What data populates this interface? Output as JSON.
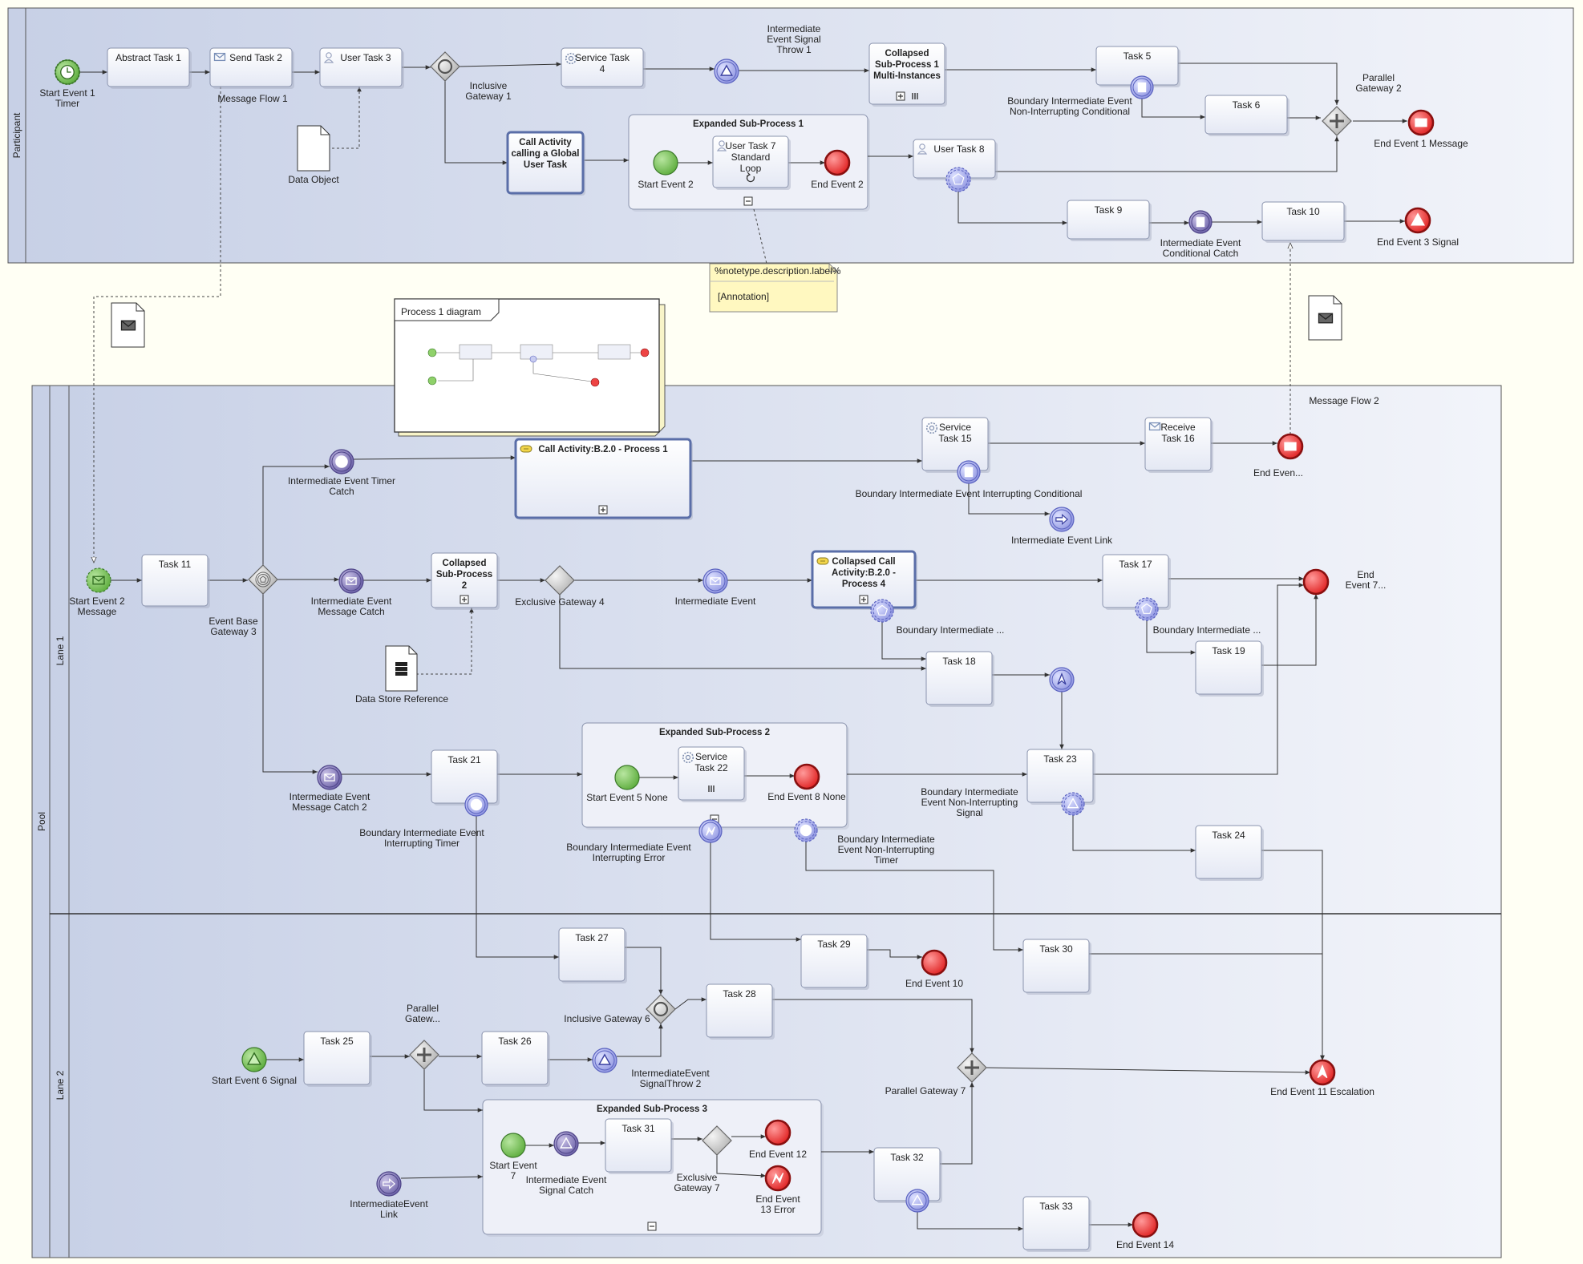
{
  "pools": {
    "participant": "Participant",
    "pool": "Pool",
    "lane1": "Lane 1",
    "lane2": "Lane 2"
  },
  "tasks": [
    {
      "id": "t_abs1",
      "label": [
        "Abstract Task 1"
      ]
    },
    {
      "id": "t_send2",
      "label": [
        "Send Task 2"
      ],
      "icon": "envelope"
    },
    {
      "id": "t_user3",
      "label": [
        "User Task 3"
      ],
      "icon": "user"
    },
    {
      "id": "t_svc4",
      "label": [
        "Service Task",
        "4"
      ],
      "icon": "gear"
    },
    {
      "id": "t_coll1",
      "label": [
        "Collapsed",
        "Sub-Process 1",
        "Multi-Instances"
      ],
      "bold": true,
      "markers": [
        "plus",
        "mi"
      ]
    },
    {
      "id": "t_5",
      "label": [
        "Task 5"
      ]
    },
    {
      "id": "t_6",
      "label": [
        "Task 6"
      ]
    },
    {
      "id": "t_call1",
      "label": [
        "Call Activity",
        "calling a Global",
        "User Task"
      ],
      "bold": true,
      "call": true
    },
    {
      "id": "t_user7",
      "label": [
        "User Task 7",
        "Standard",
        "Loop"
      ],
      "icon": "user",
      "markers": [
        "loop"
      ]
    },
    {
      "id": "t_user8",
      "label": [
        "User Task 8"
      ],
      "icon": "user"
    },
    {
      "id": "t_9",
      "label": [
        "Task 9"
      ]
    },
    {
      "id": "t_10",
      "label": [
        "Task 10"
      ]
    },
    {
      "id": "t_11",
      "label": [
        "Task 11"
      ]
    },
    {
      "id": "t_callB1",
      "label": [
        "Call Activity:B.2.0 - Process 1"
      ],
      "bold": true,
      "call": true,
      "icon": "callmark",
      "markers": [
        "plus"
      ]
    },
    {
      "id": "t_svc15",
      "label": [
        "Service",
        "Task 15"
      ],
      "icon": "gear"
    },
    {
      "id": "t_rcv16",
      "label": [
        "Receive",
        "Task 16"
      ],
      "icon": "envelope"
    },
    {
      "id": "t_coll2",
      "label": [
        "Collapsed",
        "Sub-Process",
        "2"
      ],
      "bold": true,
      "markers": [
        "plus"
      ]
    },
    {
      "id": "t_callB4",
      "label": [
        "Collapsed Call",
        "Activity:B.2.0 -",
        "Process 4"
      ],
      "bold": true,
      "call": true,
      "icon": "callmark",
      "markers": [
        "plus"
      ]
    },
    {
      "id": "t_17",
      "label": [
        "Task 17"
      ]
    },
    {
      "id": "t_18",
      "label": [
        "Task 18"
      ]
    },
    {
      "id": "t_19",
      "label": [
        "Task 19"
      ]
    },
    {
      "id": "t_21",
      "label": [
        "Task 21"
      ]
    },
    {
      "id": "t_svc22",
      "label": [
        "Service",
        "Task 22"
      ],
      "icon": "gear",
      "markers": [
        "mi"
      ]
    },
    {
      "id": "t_23",
      "label": [
        "Task 23"
      ]
    },
    {
      "id": "t_24",
      "label": [
        "Task 24"
      ]
    },
    {
      "id": "t_27",
      "label": [
        "Task 27"
      ]
    },
    {
      "id": "t_29",
      "label": [
        "Task 29"
      ]
    },
    {
      "id": "t_30",
      "label": [
        "Task 30"
      ]
    },
    {
      "id": "t_28",
      "label": [
        "Task 28"
      ]
    },
    {
      "id": "t_25",
      "label": [
        "Task 25"
      ]
    },
    {
      "id": "t_26",
      "label": [
        "Task 26"
      ]
    },
    {
      "id": "t_31",
      "label": [
        "Task 31"
      ]
    },
    {
      "id": "t_32",
      "label": [
        "Task 32"
      ]
    },
    {
      "id": "t_33",
      "label": [
        "Task 33"
      ]
    }
  ],
  "subprocesses": [
    {
      "id": "sp1",
      "title": "Expanded Sub-Process 1"
    },
    {
      "id": "sp2",
      "title": "Expanded Sub-Process 2"
    },
    {
      "id": "sp3",
      "title": "Expanded Sub-Process 3"
    }
  ],
  "events": [
    {
      "id": "e_start1",
      "kind": "start",
      "marker": "timer",
      "label": [
        "Start Event 1",
        "Timer"
      ]
    },
    {
      "id": "e_sig1",
      "kind": "intermediate-throw",
      "marker": "signal",
      "label": [
        "Intermediate",
        "Event Signal",
        "Throw 1"
      ]
    },
    {
      "id": "e_bnd5",
      "kind": "boundary",
      "marker": "conditional",
      "label": [
        "Boundary Intermediate Event",
        "Non-Interrupting Conditional"
      ]
    },
    {
      "id": "e_end1",
      "kind": "end",
      "marker": "message",
      "label": [
        "End Event 1  Message"
      ]
    },
    {
      "id": "e_start2sp",
      "kind": "start",
      "marker": "none",
      "label": [
        "Start Event 2"
      ]
    },
    {
      "id": "e_end2sp",
      "kind": "end",
      "marker": "none",
      "label": [
        "End Event 2"
      ]
    },
    {
      "id": "e_bnd8",
      "kind": "boundary-noninterrupting",
      "marker": "multiple",
      "label": []
    },
    {
      "id": "e_cond",
      "kind": "intermediate",
      "marker": "conditional",
      "label": [
        "Intermediate Event",
        "Conditional Catch"
      ]
    },
    {
      "id": "e_end3",
      "kind": "end",
      "marker": "signal",
      "label": [
        "End Event 3 Signal"
      ]
    },
    {
      "id": "e_timer",
      "kind": "intermediate",
      "marker": "timer",
      "label": [
        "Intermediate Event Timer",
        "Catch"
      ]
    },
    {
      "id": "e_bnd15",
      "kind": "boundary",
      "marker": "conditional",
      "label": [
        "Boundary Intermediate Event Interrupting Conditional"
      ]
    },
    {
      "id": "e_endTop",
      "kind": "end",
      "marker": "message",
      "label": [
        "End Even..."
      ]
    },
    {
      "id": "e_link",
      "kind": "intermediate-throw",
      "marker": "link",
      "label": [
        "Intermediate Event Link"
      ]
    },
    {
      "id": "e_start2msg",
      "kind": "start-noninterrupting",
      "marker": "message",
      "label": [
        "Start Event 2",
        "Message"
      ]
    },
    {
      "id": "e_msgcatch",
      "kind": "intermediate",
      "marker": "message",
      "label": [
        "Intermediate Event",
        "Message Catch"
      ]
    },
    {
      "id": "e_intEvent",
      "kind": "intermediate",
      "marker": "message",
      "label": [
        "Intermediate Event"
      ]
    },
    {
      "id": "e_bndB4",
      "kind": "boundary-noninterrupting",
      "marker": "multiple",
      "label": [
        "Boundary Intermediate ..."
      ]
    },
    {
      "id": "e_bnd17",
      "kind": "boundary-noninterrupting",
      "marker": "multiple",
      "label": [
        "Boundary Intermediate ..."
      ]
    },
    {
      "id": "e_end7",
      "kind": "end",
      "marker": "none",
      "label": [
        "End",
        "Event 7..."
      ]
    },
    {
      "id": "e_esc",
      "kind": "intermediate-throw",
      "marker": "escalation",
      "label": []
    },
    {
      "id": "e_msgcatch2",
      "kind": "intermediate",
      "marker": "message",
      "label": [
        "Intermediate Event",
        "Message Catch 2"
      ]
    },
    {
      "id": "e_bnd21",
      "kind": "boundary",
      "marker": "timer",
      "label": [
        "Boundary Intermediate Event",
        "Interrupting Timer"
      ]
    },
    {
      "id": "e_start5",
      "kind": "start",
      "marker": "none",
      "label": [
        "Start Event 5 None"
      ]
    },
    {
      "id": "e_end8",
      "kind": "end",
      "marker": "none",
      "label": [
        "End Event 8 None"
      ]
    },
    {
      "id": "e_bndErr",
      "kind": "boundary",
      "marker": "error",
      "label": [
        "Boundary Intermediate Event",
        "Interrupting Error"
      ]
    },
    {
      "id": "e_bndTim",
      "kind": "boundary-noninterrupting",
      "marker": "timer",
      "label": [
        "Boundary Intermediate",
        "Event Non-Interrupting",
        "Timer"
      ]
    },
    {
      "id": "e_bnd23",
      "kind": "boundary-noninterrupting",
      "marker": "signal",
      "label": [
        "Boundary Intermediate",
        "Event Non-Interrupting",
        "Signal"
      ]
    },
    {
      "id": "e_end10",
      "kind": "end",
      "marker": "none",
      "label": [
        "End Event 10"
      ]
    },
    {
      "id": "e_end11",
      "kind": "end",
      "marker": "escalation",
      "label": [
        "End Event 11 Escalation"
      ]
    },
    {
      "id": "e_start6",
      "kind": "start",
      "marker": "signal",
      "label": [
        "Start Event 6 Signal"
      ]
    },
    {
      "id": "e_sigThrow2",
      "kind": "intermediate-throw",
      "marker": "signal",
      "label": [
        "IntermediateEvent",
        "SignalThrow 2"
      ]
    },
    {
      "id": "e_linkCatch",
      "kind": "intermediate",
      "marker": "link",
      "label": [
        "IntermediateEvent",
        "Link"
      ]
    },
    {
      "id": "e_start7",
      "kind": "start",
      "marker": "none",
      "label": [
        "Start Event",
        "7"
      ]
    },
    {
      "id": "e_sigCatch",
      "kind": "intermediate",
      "marker": "signal",
      "label": [
        "Intermediate Event",
        "Signal Catch"
      ]
    },
    {
      "id": "e_end12",
      "kind": "end",
      "marker": "none",
      "label": [
        "End Event 12"
      ]
    },
    {
      "id": "e_end13",
      "kind": "end",
      "marker": "error",
      "label": [
        "End Event",
        "13 Error"
      ]
    },
    {
      "id": "e_bnd32",
      "kind": "boundary",
      "marker": "signal",
      "label": []
    },
    {
      "id": "e_end14",
      "kind": "end",
      "marker": "none",
      "label": [
        "End Event 14"
      ]
    }
  ],
  "gateways": [
    {
      "id": "g_inc1",
      "type": "inclusive",
      "label": [
        "Inclusive",
        "Gateway 1"
      ]
    },
    {
      "id": "g_par2",
      "type": "parallel",
      "label": [
        "Parallel",
        "Gateway 2"
      ]
    },
    {
      "id": "g_eb3",
      "type": "event-based",
      "label": [
        "Event Base",
        "Gateway 3"
      ]
    },
    {
      "id": "g_ex4",
      "type": "exclusive",
      "label": [
        "Exclusive Gateway 4"
      ]
    },
    {
      "id": "g_inc6",
      "type": "inclusive",
      "label": [
        "Inclusive Gateway  6"
      ]
    },
    {
      "id": "g_par7",
      "type": "parallel",
      "label": [
        "Parallel Gateway 7"
      ]
    },
    {
      "id": "g_parL2",
      "type": "parallel",
      "label": [
        "Parallel",
        "Gatew..."
      ]
    },
    {
      "id": "g_ex7",
      "type": "exclusive",
      "label": [
        "Exclusive",
        "Gateway 7"
      ]
    }
  ],
  "artifacts": {
    "data_object": "Data Object",
    "data_store": "Data Store Reference",
    "message_flow_1": "Message Flow 1",
    "message_flow_2": "Message Flow 2",
    "annotation_header": "%notetype.description.label%",
    "annotation_body": "[Annotation]",
    "diagram_ref": "Process 1 diagram"
  }
}
